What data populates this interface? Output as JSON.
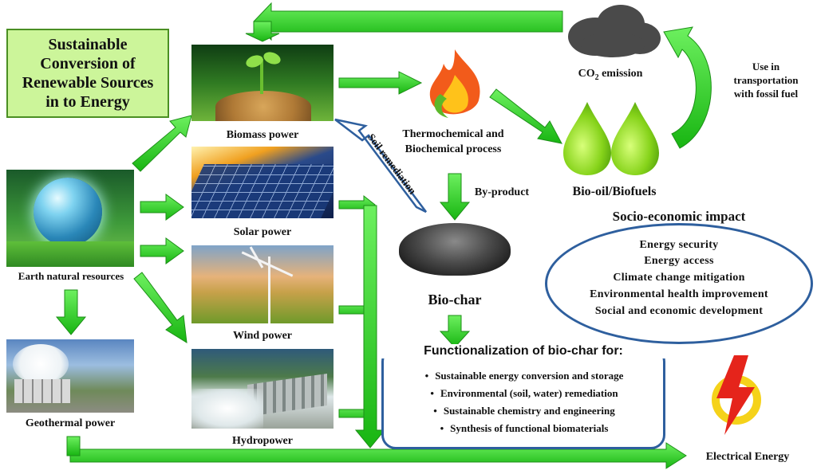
{
  "title": "Sustainable\nConversion of\nRenewable Sources\nin to Energy",
  "sources": {
    "earth": "Earth natural resources",
    "biomass": "Biomass power",
    "solar": "Solar power",
    "wind": "Wind power",
    "hydro": "Hydropower",
    "geothermal": "Geothermal power"
  },
  "process": "Thermochemical  and\nBiochemical process",
  "byproduct": "By-product",
  "soil_remediation": "Soil remediation",
  "biochar": "Bio-char",
  "biooil": "Bio-oil/Biofuels",
  "co2": {
    "prefix": "CO",
    "sub": "2",
    "suffix": " emission"
  },
  "transport": "Use in\ntransportation\nwith fossil fuel",
  "socio": {
    "title": "Socio-economic impact",
    "items": [
      "Energy security",
      "Energy  access",
      "Climate  change mitigation",
      "Environmental  health improvement",
      "Social  and  economic development"
    ]
  },
  "functionalization": {
    "title": "Functionalization of bio-char for:",
    "items": [
      "Sustainable energy conversion and storage",
      "Environmental  (soil, water) remediation",
      "Sustainable chemistry and engineering",
      "Synthesis of functional biomaterials"
    ]
  },
  "electrical": "Electrical Energy",
  "colors": {
    "arrow": "#2fd12a",
    "arrow_edge": "#1c8f17",
    "box_border": "#2e5f9e",
    "title_bg": "#ccf59a"
  }
}
